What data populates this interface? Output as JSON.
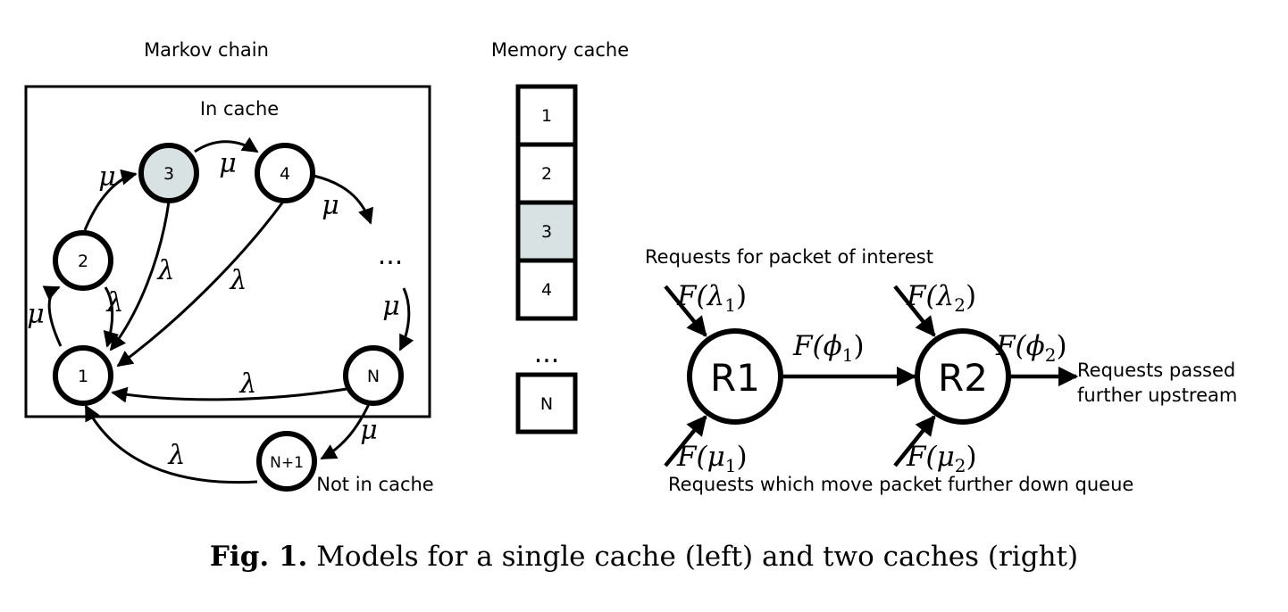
{
  "colors": {
    "highlight": "#d8e2e2",
    "stroke": "#000000",
    "background": "#ffffff"
  },
  "markov": {
    "title": "Markov chain",
    "in_cache_label": "In cache",
    "not_in_cache_label": "Not in cache",
    "nodes": {
      "n1": "1",
      "n2": "2",
      "n3": "3",
      "n4": "4",
      "nN": "N",
      "nN1": "N+1",
      "ellipsis": "..."
    },
    "edge_labels": {
      "mu": "μ",
      "lambda": "λ"
    }
  },
  "memory": {
    "title": "Memory cache",
    "cells": [
      "1",
      "2",
      "3",
      "4"
    ],
    "ellipsis": "...",
    "last_cell": "N",
    "highlighted_cell": "3"
  },
  "queue": {
    "top_label": "Requests for packet of interest",
    "bottom_label": "Requests which move packet further down queue",
    "passed_label_line1": "Requests passed",
    "passed_label_line2": "further upstream",
    "r1": "R1",
    "r2": "R2",
    "f_lambda1": "F(λ",
    "f_lambda2": "F(λ",
    "f_mu1": "F(μ",
    "f_mu2": "F(μ",
    "f_phi1": "F(ϕ",
    "f_phi2": "F(ϕ",
    "sub1": "1",
    "sub2": "2",
    "close_paren": ")"
  },
  "caption": {
    "label": "Fig. 1.",
    "text": "Models for a single cache (left) and two caches (right)"
  }
}
